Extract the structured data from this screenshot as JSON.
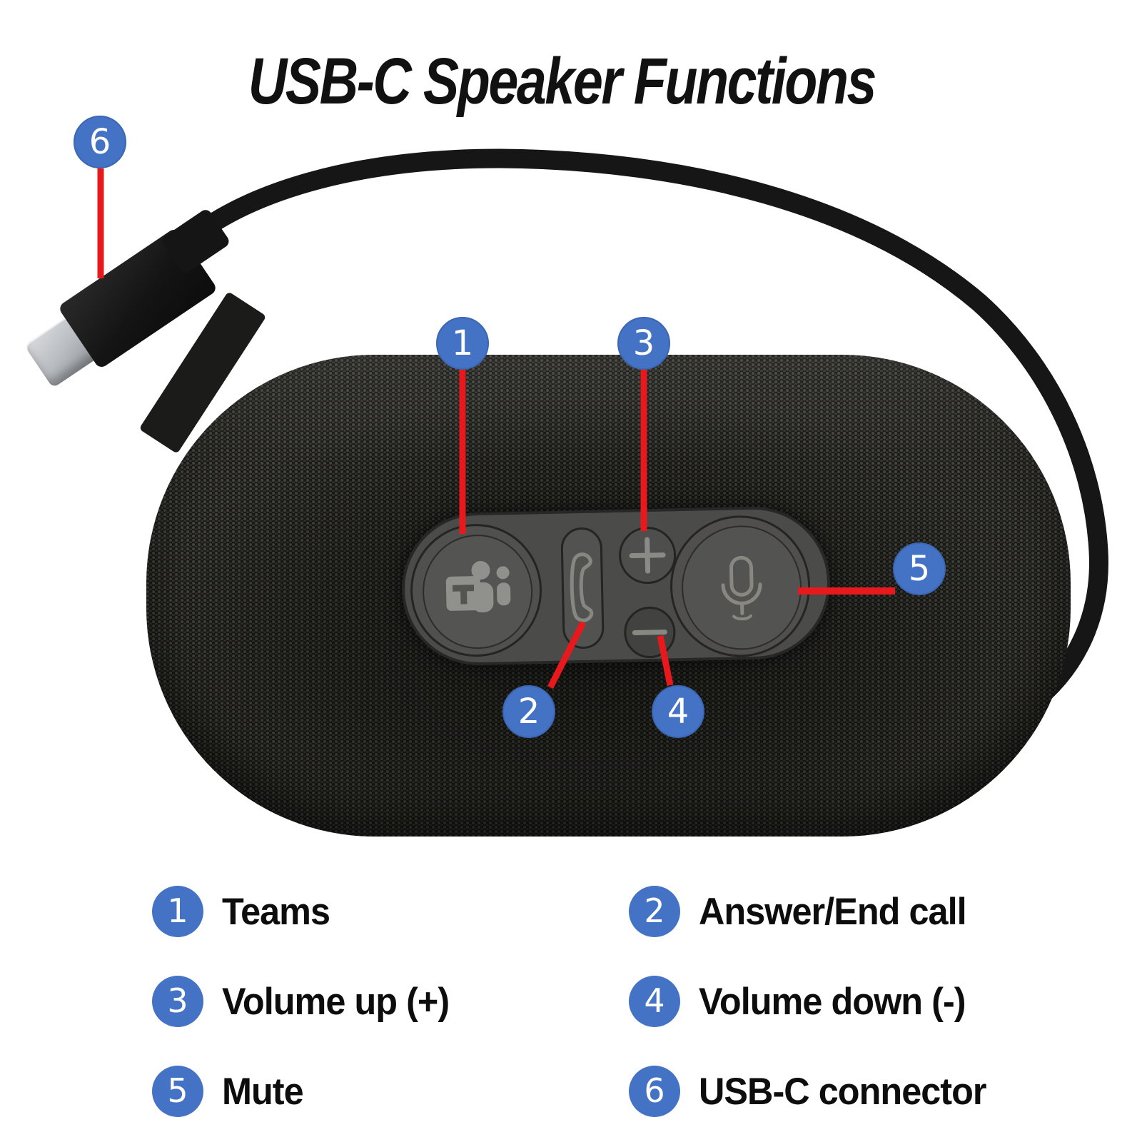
{
  "title": "USB-C Speaker Functions",
  "colors": {
    "accent_blue": "#4472c4",
    "leader_red": "#e8191d",
    "speaker_black": "#1a1a18",
    "panel_gray": "#4b4b4a"
  },
  "callouts": [
    {
      "id": "1",
      "label": "Teams"
    },
    {
      "id": "2",
      "label": "Answer/End call"
    },
    {
      "id": "3",
      "label": "Volume up (+)"
    },
    {
      "id": "4",
      "label": "Volume down (-)"
    },
    {
      "id": "5",
      "label": "Mute"
    },
    {
      "id": "6",
      "label": "USB-C connector"
    }
  ],
  "device": {
    "buttons": [
      {
        "icon": "teams-icon"
      },
      {
        "icon": "phone-icon"
      },
      {
        "icon": "plus-icon"
      },
      {
        "icon": "minus-icon"
      },
      {
        "icon": "mic-icon"
      }
    ],
    "parts": [
      {
        "icon": "usb-c-plug"
      },
      {
        "icon": "cable"
      }
    ]
  }
}
